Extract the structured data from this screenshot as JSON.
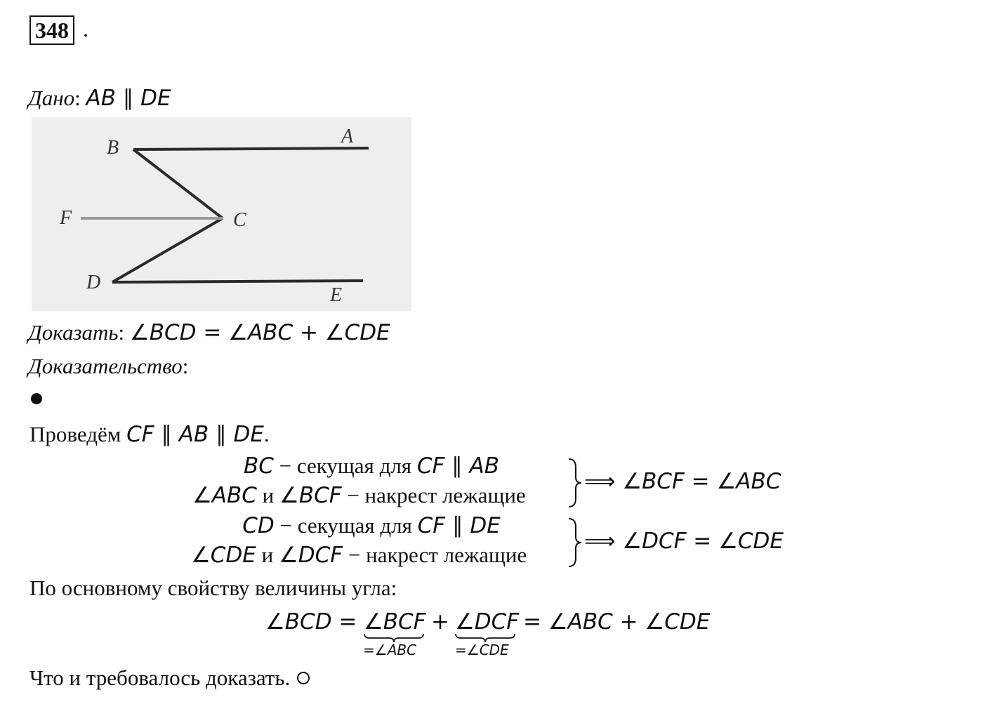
{
  "problem_number": "348",
  "given": {
    "label": "Дано",
    "formula": "AB ∥ DE"
  },
  "figure": {
    "points": {
      "A": "A",
      "B": "B",
      "C": "C",
      "D": "D",
      "E": "E",
      "F": "F"
    }
  },
  "prove": {
    "label": "Доказать",
    "formula": "∠BCD = ∠ABC + ∠CDE"
  },
  "proof_label": "Доказательство",
  "step1": {
    "text": "Проведём",
    "formula": "CF ∥ AB ∥ DE",
    "end": "."
  },
  "block1": {
    "line1_a": "BC",
    "line1_b": " − секущая для ",
    "line1_c": "CF ∥ AB",
    "line2_a": "∠ABC",
    "line2_b": " и ",
    "line2_c": "∠BCF",
    "line2_d": " − накрест лежащие",
    "result": "⟹ ∠BCF = ∠ABC"
  },
  "block2": {
    "line1_a": "CD",
    "line1_b": " − секущая для ",
    "line1_c": "CF ∥ DE",
    "line2_a": "∠CDE",
    "line2_b": " и ",
    "line2_c": "∠DCF",
    "line2_d": " − накрест лежащие",
    "result": "⟹ ∠DCF = ∠CDE"
  },
  "property_text": "По основному свойству величины угла:",
  "final_eq": {
    "lhs": "∠BCD =",
    "term1": "∠BCF",
    "plus1": "+",
    "term2": "∠DCF",
    "rhs": "= ∠ABC + ∠CDE",
    "sub1": "=∠ABC",
    "sub2": "=∠CDE"
  },
  "conclusion": "Что и требовалось доказать."
}
